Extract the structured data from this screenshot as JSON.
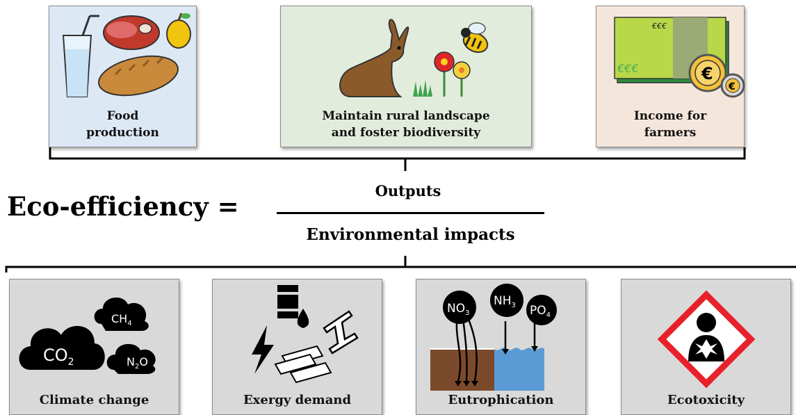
{
  "outputs": [
    {
      "label_line1": "Food",
      "label_line2": "production",
      "color": "#dde8f5",
      "icon": "food-icon"
    },
    {
      "label_line1": "Maintain rural landscape",
      "label_line2": "and foster biodiversity",
      "color": "#e2ecdc",
      "icon": "biodiversity-icon"
    },
    {
      "label_line1": "Income for",
      "label_line2": "farmers",
      "color": "#f5e6dc",
      "icon": "money-icon"
    }
  ],
  "equation": {
    "lhs": "Eco-efficiency =",
    "numerator": "Outputs",
    "denominator": "Environmental impacts"
  },
  "impacts": [
    {
      "label": "Climate change",
      "icon": "gas-clouds-icon",
      "gases": [
        "CO",
        "2",
        "CH",
        "4",
        "N",
        "2",
        "O"
      ]
    },
    {
      "label": "Exergy demand",
      "icon": "resources-icon"
    },
    {
      "label": "Eutrophication",
      "icon": "nutrient-runoff-icon",
      "nutrients": [
        "NO",
        "3",
        "NH",
        "3",
        "PO",
        "4"
      ]
    },
    {
      "label": "Ecotoxicity",
      "icon": "health-hazard-icon",
      "hazard_color": "#e8202a"
    }
  ]
}
